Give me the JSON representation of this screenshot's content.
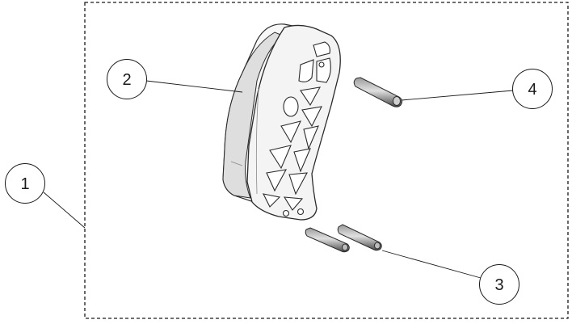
{
  "callouts": [
    {
      "id": "1",
      "label": "1"
    },
    {
      "id": "2",
      "label": "2"
    },
    {
      "id": "3",
      "label": "3"
    },
    {
      "id": "4",
      "label": "4"
    }
  ],
  "colors": {
    "line": "#1a1a1a",
    "part_outline": "#2a2a2a",
    "part_fill": "#f4f4f4",
    "part_shade": "#d6d6d6",
    "pin_dark": "#555555",
    "pin_light": "#bdbdbd"
  },
  "icons": {
    "assembly_boundary": "dashed-rectangle",
    "bracket": "lattice-bracket-icon",
    "pin": "cylindrical-pin-icon"
  }
}
